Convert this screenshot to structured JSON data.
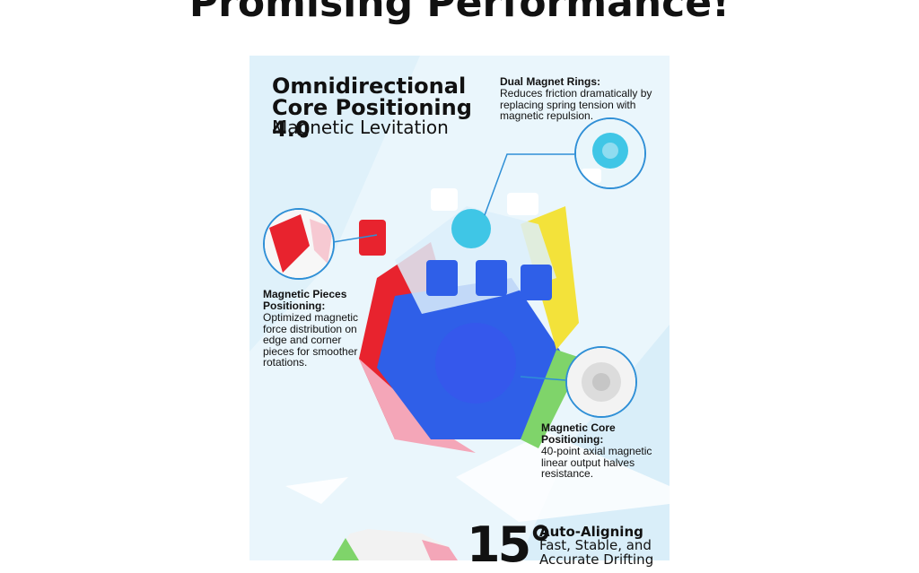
{
  "heading": "Promising Performance!",
  "feature_title": {
    "main": "Omnidirectional Core Positioning 4.0",
    "sub": "Magnetic Levitation"
  },
  "callouts": [
    {
      "title": "Dual Magnet Rings:",
      "body": "Reduces friction dramatically by replacing spring tension with magnetic repulsion."
    },
    {
      "title": "Magnetic Pieces Positioning:",
      "body": "Optimized magnetic force distribution on edge and corner pieces for smoother rotations."
    },
    {
      "title": "Magnetic Core Positioning:",
      "body": "40-point axial magnetic linear output halves resistance."
    }
  ],
  "alignment": {
    "angle": "15°",
    "title": "Auto-Aligning",
    "subtitle": "Fast, Stable, and Accurate Drifting"
  },
  "colors": {
    "panel_bg": "#eaf6fc",
    "accent_blue": "#2f8fd6",
    "puzzle_red": "#e8232e",
    "puzzle_blue": "#2f5fe8",
    "puzzle_yellow": "#f3e23a",
    "puzzle_green": "#7fd46a",
    "puzzle_pink": "#f4a6b8",
    "magnet_cyan": "#3fc6e6"
  },
  "icons": [
    "magnet-ring-closeup-icon",
    "edge-piece-closeup-icon",
    "core-closeup-icon",
    "megaminx-puzzle-icon"
  ]
}
